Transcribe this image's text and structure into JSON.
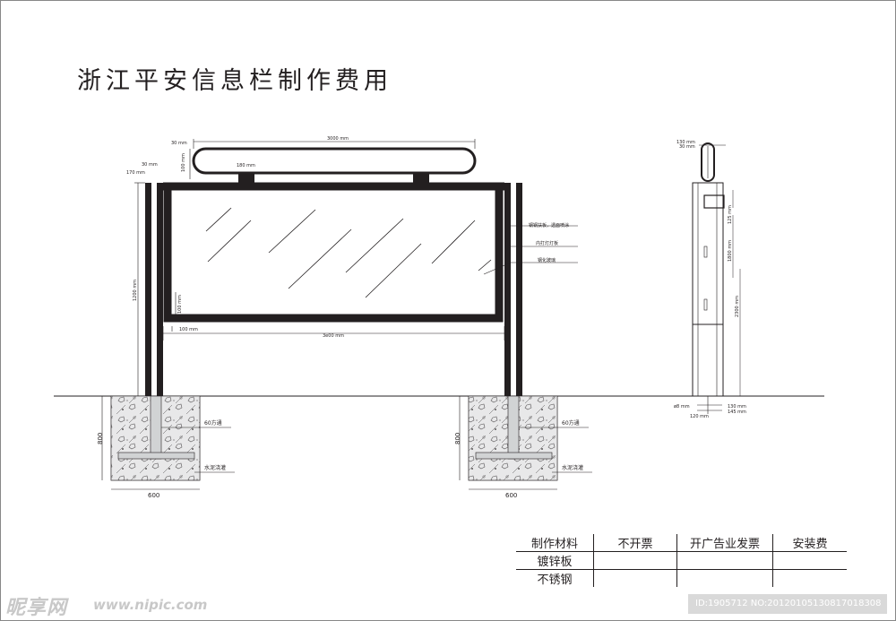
{
  "title": "浙江平安信息栏制作费用",
  "front_view": {
    "top_width": "3000 mm",
    "sign_thickness": "30 mm",
    "sign_gap": "100 mm",
    "bracket_width": "180 mm",
    "post_width": "30 mm",
    "post_offset": "170 mm",
    "board_height": "1200 mm",
    "frame_bottom": "100 mm",
    "frame_side": "100 mm",
    "board_width": "3e00 mm",
    "callout_1": "钢钢扶板，透面喷涂",
    "callout_2": "内打灯灯板",
    "callout_3": "钢化玻璃"
  },
  "foundation": {
    "depth": "800",
    "width": "600",
    "pipe_label": "60方通",
    "base_label": "水泥浇灌"
  },
  "side_view": {
    "top_a": "130 mm",
    "top_b": "30 mm",
    "dim_a": "125 mm",
    "dim_b": "1800 mm",
    "dim_c": "2300 mm",
    "base_a": "130 mm",
    "base_b": "145 mm",
    "base_c": "ø8 mm",
    "base_d": "120 mm"
  },
  "table": {
    "headers": [
      "制作材料",
      "不开票",
      "开广告业发票",
      "安装费"
    ],
    "rows": [
      [
        "镀锌板",
        "",
        "",
        ""
      ],
      [
        "不锈钢",
        "",
        "",
        ""
      ]
    ]
  },
  "watermark": {
    "logo": "昵享网",
    "url": "www.nipic.com",
    "id_text": "ID:1905712 NO:20120105130817018308"
  }
}
